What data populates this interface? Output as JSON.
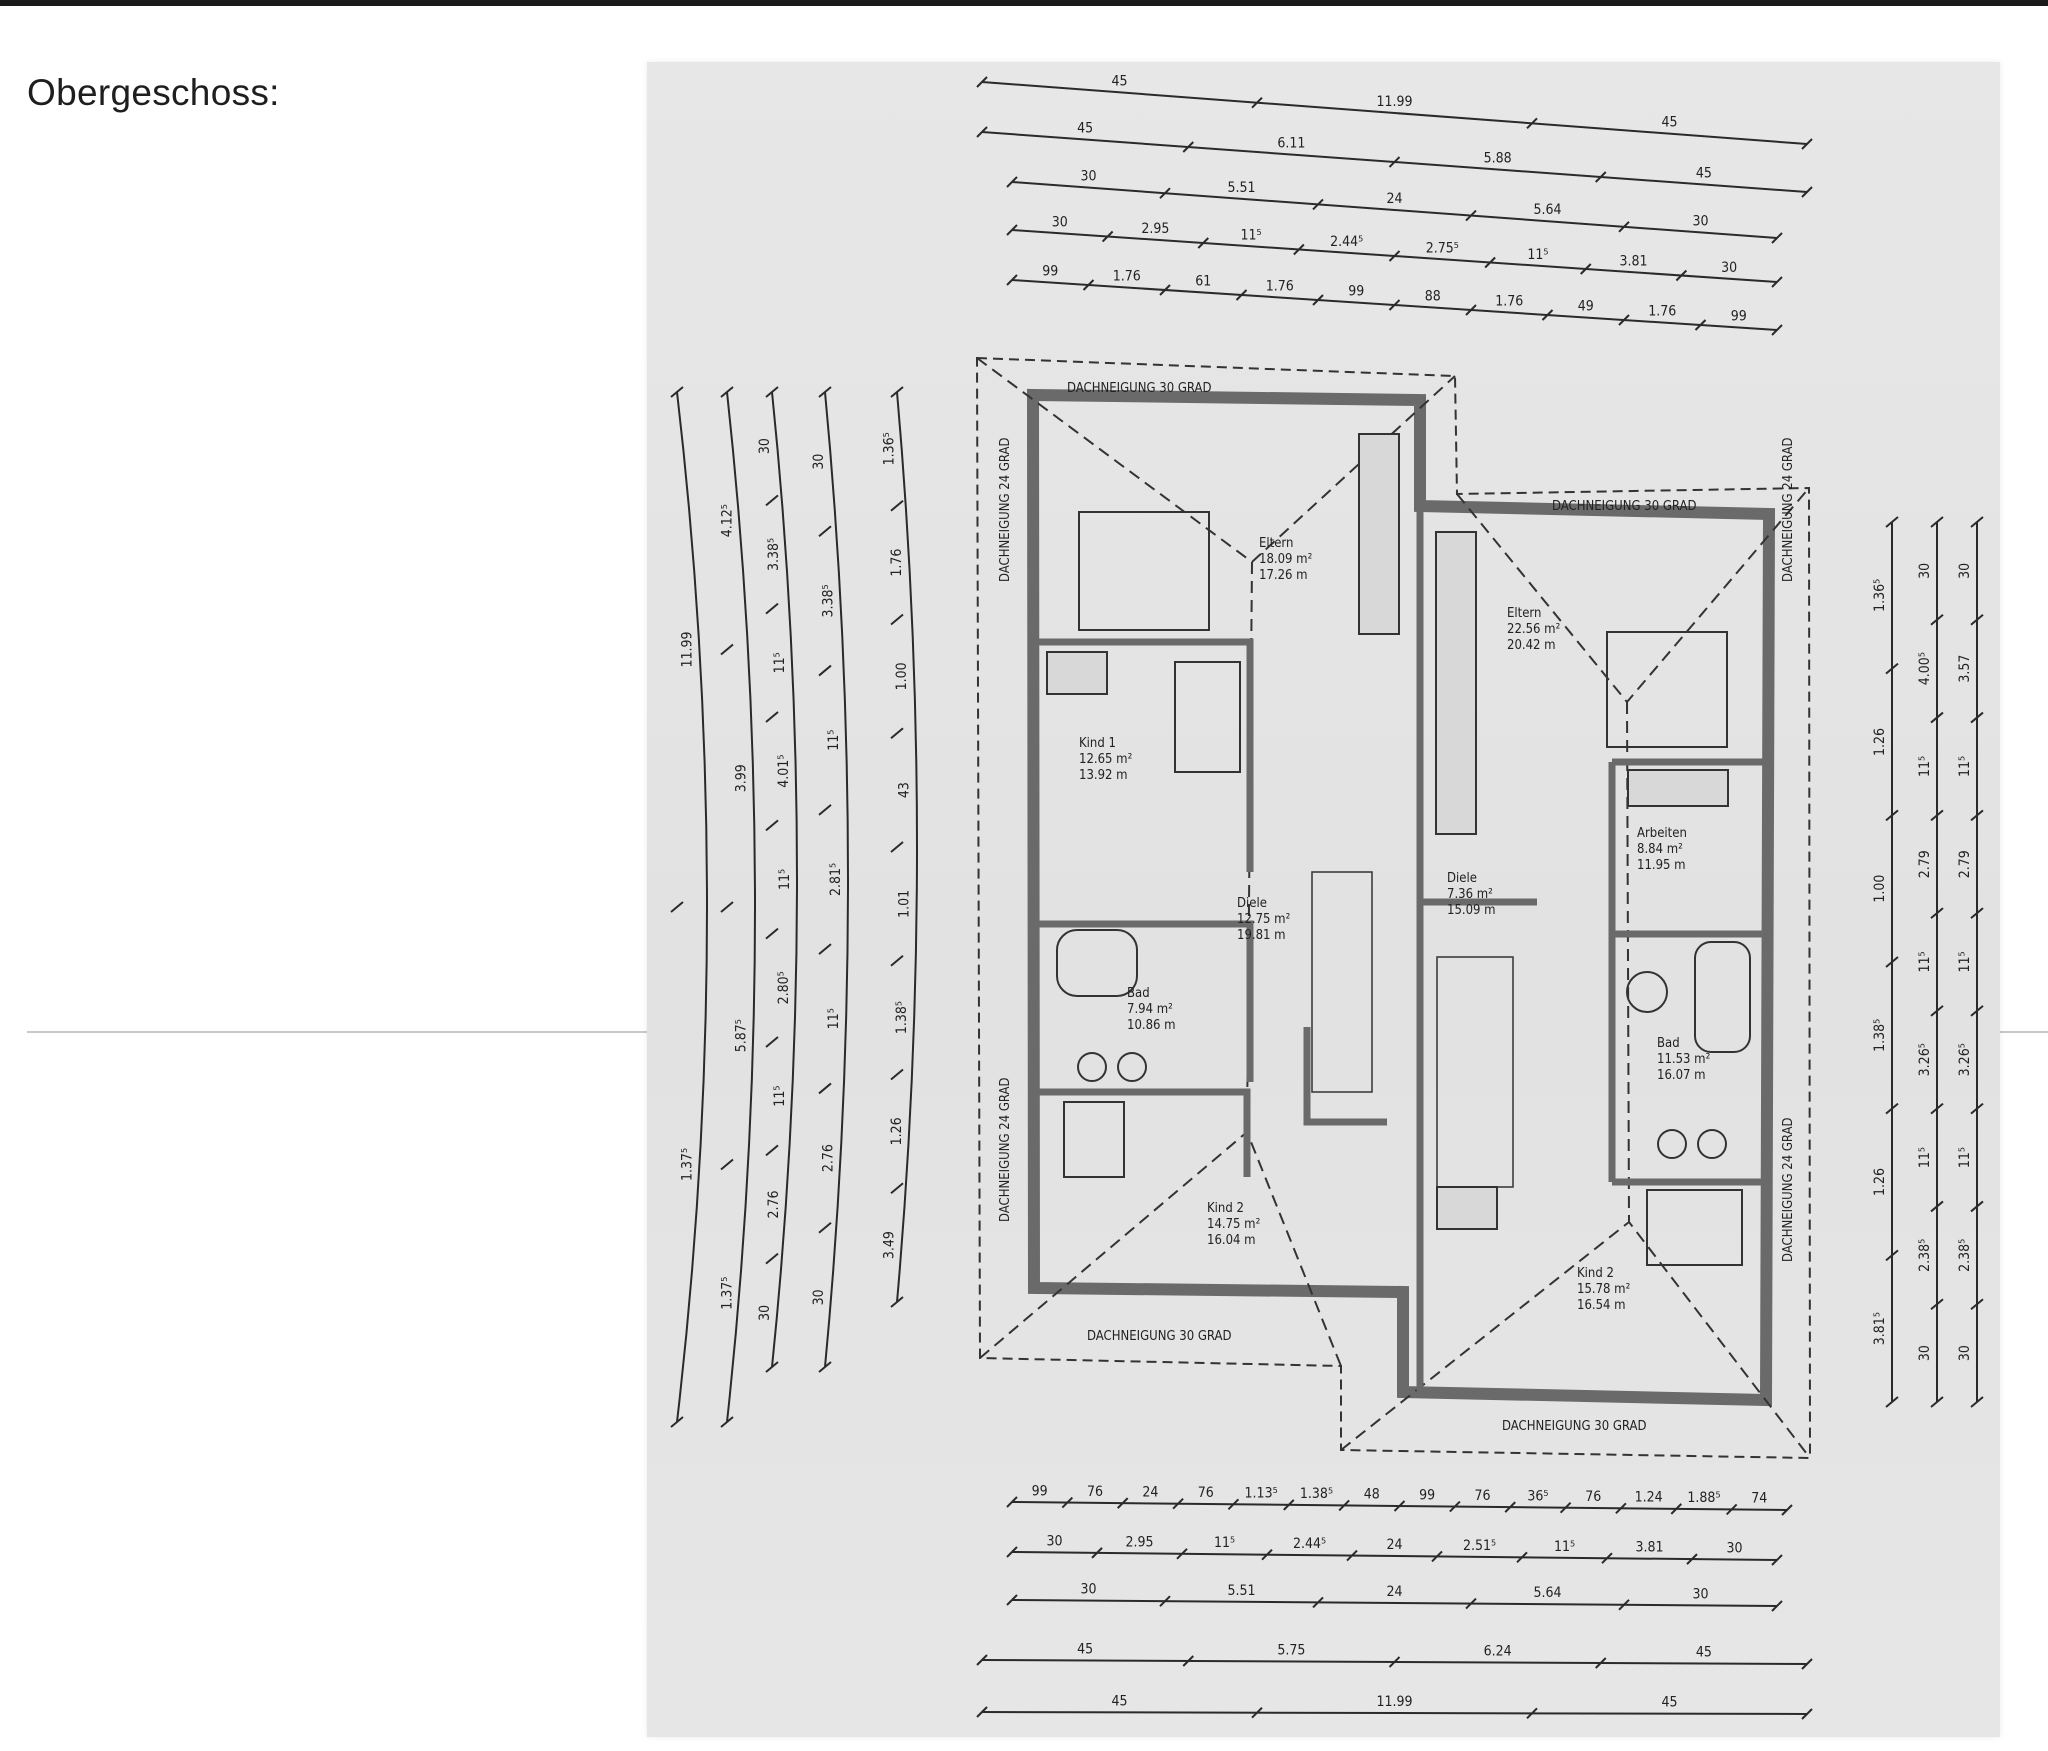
{
  "heading": "Obergeschoss:",
  "plan": {
    "roof_labels": {
      "top_left": "DACHNEIGUNG 30 GRAD",
      "top_right": "DACHNEIGUNG 30 GRAD",
      "bottom_left": "DACHNEIGUNG 30 GRAD",
      "bottom_right": "DACHNEIGUNG 30 GRAD",
      "left_upper": "DACHNEIGUNG 24 GRAD",
      "left_lower": "DACHNEIGUNG 24 GRAD",
      "right_upper": "DACHNEIGUNG 24 GRAD",
      "right_lower": "DACHNEIGUNG 24 GRAD"
    },
    "rooms": [
      {
        "name": "Eltern",
        "area": "18.09 m²",
        "perimeter": "17.26 m"
      },
      {
        "name": "Eltern",
        "area": "22.56 m²",
        "perimeter": "20.42 m"
      },
      {
        "name": "Kind 1",
        "area": "12.65 m²",
        "perimeter": "13.92 m"
      },
      {
        "name": "Diele",
        "area": "12.75 m²",
        "perimeter": "19.81 m"
      },
      {
        "name": "Diele",
        "area": "7.36 m²",
        "perimeter": "15.09 m"
      },
      {
        "name": "Arbeiten",
        "area": "8.84 m²",
        "perimeter": "11.95 m"
      },
      {
        "name": "Bad",
        "area": "7.94 m²",
        "perimeter": "10.86 m"
      },
      {
        "name": "Bad",
        "area": "11.53 m²",
        "perimeter": "16.07 m"
      },
      {
        "name": "Kind 2",
        "area": "14.75 m²",
        "perimeter": "16.04 m"
      },
      {
        "name": "Kind 2",
        "area": "15.78 m²",
        "perimeter": "16.54 m"
      }
    ],
    "dims_top": {
      "row1": [
        "45",
        "11.99",
        "45"
      ],
      "row2": [
        "45",
        "6.11",
        "5.88",
        "45"
      ],
      "row3": [
        "30",
        "5.51",
        "24",
        "5.64",
        "30"
      ],
      "row4": [
        "30",
        "2.95",
        "11⁵",
        "2.44⁵",
        "2.75⁵",
        "11⁵",
        "3.81",
        "30"
      ],
      "row5": [
        "99",
        "1.76",
        "61",
        "1.76",
        "99",
        "88",
        "1.76",
        "49",
        "1.76",
        "99"
      ]
    },
    "dims_bottom": {
      "row1": [
        "99",
        "76",
        "24",
        "76",
        "1.13⁵",
        "1.38⁵",
        "48",
        "99",
        "76",
        "36⁵",
        "76",
        "1.24",
        "1.88⁵",
        "74"
      ],
      "row2": [
        "30",
        "2.95",
        "11⁵",
        "2.44⁵",
        "24",
        "2.51⁵",
        "11⁵",
        "3.81",
        "30"
      ],
      "row3": [
        "30",
        "5.51",
        "24",
        "5.64",
        "30"
      ],
      "row4": [
        "45",
        "5.75",
        "6.24",
        "45"
      ],
      "row5": [
        "45",
        "11.99",
        "45"
      ]
    },
    "dims_left": {
      "col1": [
        "11.99",
        "1.37⁵"
      ],
      "col2": [
        "4.12⁵",
        "3.99",
        "5.87⁵",
        "1.37⁵"
      ],
      "col3": [
        "30",
        "3.38⁵",
        "11⁵",
        "4.01⁵",
        "11⁵",
        "2.80⁵",
        "11⁵",
        "2.76",
        "30"
      ],
      "col4": [
        "30",
        "3.38⁵",
        "11⁵",
        "2.81⁵",
        "11⁵",
        "2.76",
        "30"
      ],
      "col5": [
        "1.36⁵",
        "1.76",
        "1.00",
        "43",
        "1.01",
        "1.38⁵",
        "1.26",
        "3.49"
      ]
    },
    "dims_right": {
      "col1": [
        "1.36⁵",
        "1.26",
        "1.00",
        "1.38⁵",
        "1.26",
        "3.81⁵"
      ],
      "col2": [
        "30",
        "4.00⁵",
        "11⁵",
        "2.79",
        "11⁵",
        "3.26⁵",
        "11⁵",
        "2.38⁵",
        "30"
      ],
      "col3": [
        "30",
        "3.57",
        "11⁵",
        "2.79",
        "11⁵",
        "3.26⁵",
        "11⁵",
        "2.38⁵",
        "30"
      ]
    }
  }
}
